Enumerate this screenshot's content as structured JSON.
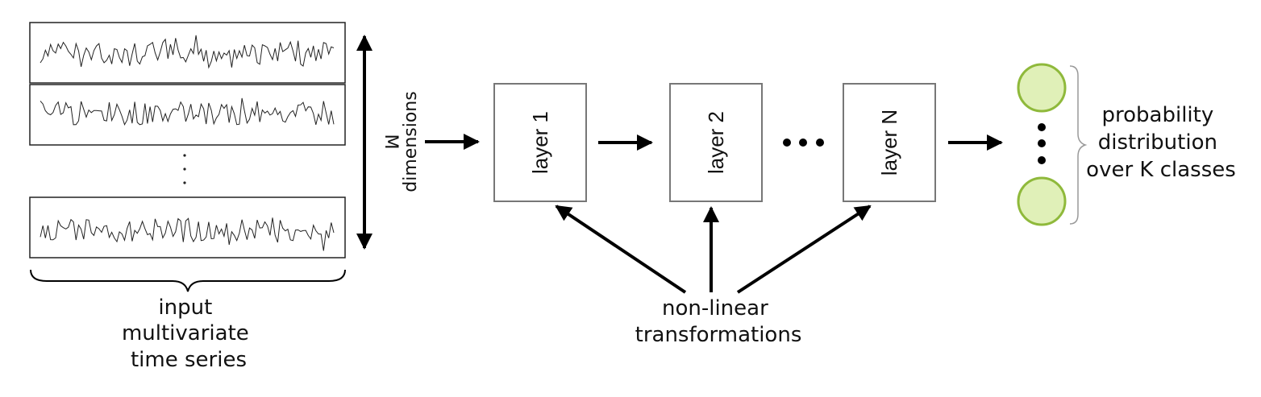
{
  "input": {
    "label_lines": [
      "input",
      "multivariate",
      "time series"
    ],
    "dimension_label_lines": [
      "M",
      "dimensions"
    ]
  },
  "layers": [
    {
      "label": "layer 1"
    },
    {
      "label": "layer 2"
    },
    {
      "label": "layer N"
    }
  ],
  "transform_label_lines": [
    "non-linear",
    "transformations"
  ],
  "output": {
    "label_lines": [
      "probability",
      "distribution",
      "over K classes"
    ]
  },
  "colors": {
    "node_fill": "#e0f0b8",
    "node_stroke": "#8fb93b",
    "box_stroke": "#777777"
  }
}
